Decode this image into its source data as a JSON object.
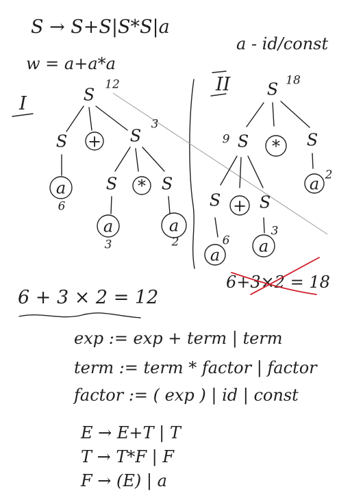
{
  "grammar_rule": "S → S+S|S*S|a",
  "token_note": "a - id/const",
  "input_string": "w = a+a*a",
  "tree1": {
    "label": "I",
    "root": "S",
    "root_value": "12",
    "level1": [
      "S",
      "+",
      "S"
    ],
    "level1_right_value": "3",
    "level2": [
      "a",
      "S",
      "*",
      "S"
    ],
    "level2_a_value": "6",
    "level3": [
      "a",
      "a"
    ],
    "level3_values": [
      "3",
      "2"
    ]
  },
  "tree2": {
    "label": "II",
    "root": "S",
    "root_value": "18",
    "level1": [
      "S",
      "*",
      "S"
    ],
    "level1_left_value": "9",
    "level2": [
      "S",
      "+",
      "S",
      "a"
    ],
    "level2_a_value": "2",
    "level3": [
      "a",
      "a"
    ],
    "level3_values": [
      "6",
      "3"
    ]
  },
  "result1": "6 + 3 × 2 = 12",
  "result2": "6+3×2 = 18",
  "ebnf": [
    "exp := exp + term | term",
    "term := term * factor | factor",
    "factor := ( exp ) | id | const"
  ],
  "bnf": [
    "E → E+T | T",
    "T → T*F | F",
    "F → (E) | a"
  ]
}
